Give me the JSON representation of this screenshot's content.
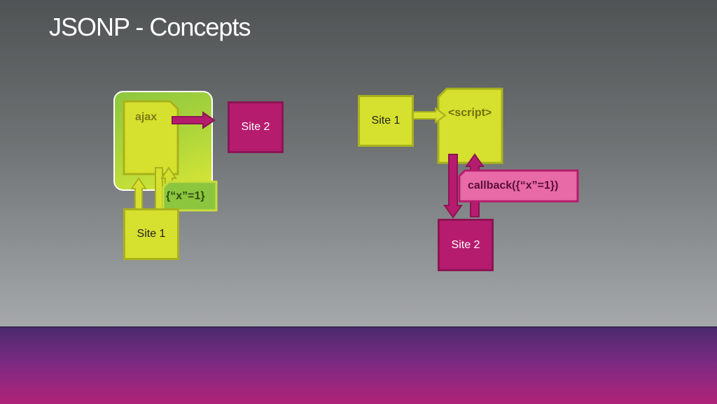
{
  "slide": {
    "title": "JSONP - Concepts"
  },
  "left_diagram": {
    "ajax_label": "ajax",
    "site2_label": "Site 2",
    "site1_label": "Site 1",
    "response_label": "{“x”=1}"
  },
  "right_diagram": {
    "site1_label": "Site 1",
    "script_label": "<script>",
    "callback_label": "callback({“x”=1})",
    "site2_label": "Site 2"
  },
  "colors": {
    "lime": "#d6e02e",
    "magenta": "#b61c6e",
    "green": "#8cc63f",
    "pink": "#e86aa6"
  }
}
